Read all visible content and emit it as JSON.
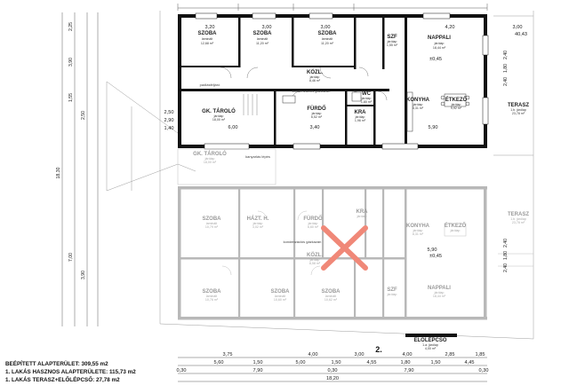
{
  "title_number": "2.",
  "legend": {
    "built_area": "BEÉPÍTETT ALAPTERÜLET: 309,55 m2",
    "flat1_area": "1. LAKÁS HASZNOS ALAPTERÜLETE: 115,73 m2",
    "flat1_terrace": "1. LAKÁS TERASZ+ELŐLÉPCSŐ: 27,78 m2"
  },
  "rooms_upper": {
    "szoba1": {
      "name": "SZOBA",
      "sub": "laminált",
      "area": "12,68 m²"
    },
    "szoba2": {
      "name": "SZOBA",
      "sub": "laminált",
      "area": "11,20 m²"
    },
    "szoba3": {
      "name": "SZOBA",
      "sub": "laminált",
      "area": "11,20 m²"
    },
    "szf": {
      "name": "SZF",
      "sub": "járólap",
      "area": "1,55 m²"
    },
    "nappali": {
      "name": "NAPPALI",
      "sub": "járólap",
      "area": "18,44 m²"
    },
    "kozl": {
      "name": "KÖZL.",
      "sub": "járólap",
      "area": "8,46 m²"
    },
    "wc": {
      "name": "WC",
      "sub": "járólap",
      "area": "1,80 m²"
    },
    "furdo": {
      "name": "FÜRDŐ",
      "sub": "járólap",
      "area": "6,52 m²"
    },
    "kra": {
      "name": "KRA",
      "sub": "járólap",
      "area": "1,96 m²"
    },
    "konyha": {
      "name": "KONYHA",
      "sub": "járólap",
      "area": "8,31 m²"
    },
    "etkezo": {
      "name": "ÉTKEZŐ",
      "sub": "járólap",
      "area": "9,92 m²"
    },
    "terasz": {
      "name": "TERASZ",
      "sub": "1.b. járólap",
      "area": "23,78 m²"
    },
    "gktarolo": {
      "name": "GK. TÁROLÓ",
      "sub": "járólap",
      "area": "18,00 m²"
    },
    "padlas": "padlásfeljáró",
    "kondenzacios": "kondenzációs gázkazán"
  },
  "rooms_lower": {
    "gktarolo": {
      "name": "GK. TÁROLÓ",
      "sub": "járólap",
      "area": "18,00 m²"
    },
    "szoba1": {
      "name": "SZOBA",
      "sub": "laminált",
      "area": "10,79 m²"
    },
    "haztb": {
      "name": "HÁZT. H.",
      "sub": "járólap",
      "area": "3,02 m²"
    },
    "furdo": {
      "name": "FÜRDŐ",
      "sub": "járólap",
      "area": "6,60 m²"
    },
    "kra": {
      "name": "KRA",
      "sub": "járólap",
      "area": ""
    },
    "konyha": {
      "name": "KONYHA",
      "sub": "járólap",
      "area": "8,31 m²"
    },
    "etkezo": {
      "name": "ÉTKEZŐ",
      "sub": "járólap",
      "area": ""
    },
    "terasz": {
      "name": "TERASZ",
      "sub": "1.b. járólap",
      "area": "23,78 m²"
    },
    "kozl": {
      "name": "KÖZL.",
      "sub": "járólap",
      "area": "8,58 m²"
    },
    "szoba2": {
      "name": "SZOBA",
      "sub": "laminált",
      "area": "10,76 m²"
    },
    "szoba3": {
      "name": "SZOBA",
      "sub": "laminált",
      "area": "10,60 m²"
    },
    "szoba4": {
      "name": "SZOBA",
      "sub": "laminált",
      "area": "10,62 m²"
    },
    "szf": {
      "name": "SZF",
      "sub": "járólap",
      "area": ""
    },
    "nappali": {
      "name": "NAPPALI",
      "sub": "járólap",
      "area": "18,44 m²"
    },
    "eloleps": {
      "name": "ELŐLÉPCSŐ",
      "sub": "1.a. járólap",
      "area": "4,00 m²"
    },
    "kondenzacios": "kondenzációs gázkazán",
    "kanyar": "kanyarlás lépés"
  },
  "dims_top": [
    "3,20",
    "3,00",
    "3,00",
    "4,20",
    "3,00"
  ],
  "dims_top_side": "40,43",
  "dims_bottom_row1": [
    "3,75",
    "4,00",
    "3,00",
    "4,00",
    "2,85",
    "1,85"
  ],
  "dims_bottom_row2": [
    "5,60",
    "1,50",
    "5,00",
    "1,50",
    "4,55",
    "1,80",
    "1,50",
    "4,45"
  ],
  "dims_bottom_row3": [
    "0,30",
    "7,90",
    "0,30",
    "7,90",
    "0,30"
  ],
  "dims_bottom_total": "18,20",
  "dims_left_total": "18,30",
  "dims_left_parts": [
    "2,25",
    "3,90",
    "1,55",
    "2,50",
    "7,00",
    "3,90"
  ],
  "dims_right": [
    "2,40",
    "1,80",
    "2,40",
    "2,40",
    "1,80",
    "2,40"
  ],
  "dims_misc": {
    "upper_left": "6,00",
    "upper_mid": "3,40",
    "upper_right": "5,90",
    "lower_right": "5,90",
    "level_up": "±0,45",
    "level_low": "±0,45",
    "upper_walls": [
      "2,50",
      "2,90",
      "1,40"
    ]
  },
  "colors": {
    "wall": "#111111",
    "ghost": "#b4b4b4",
    "cross": "#f08878",
    "paper": "#ffffff"
  }
}
